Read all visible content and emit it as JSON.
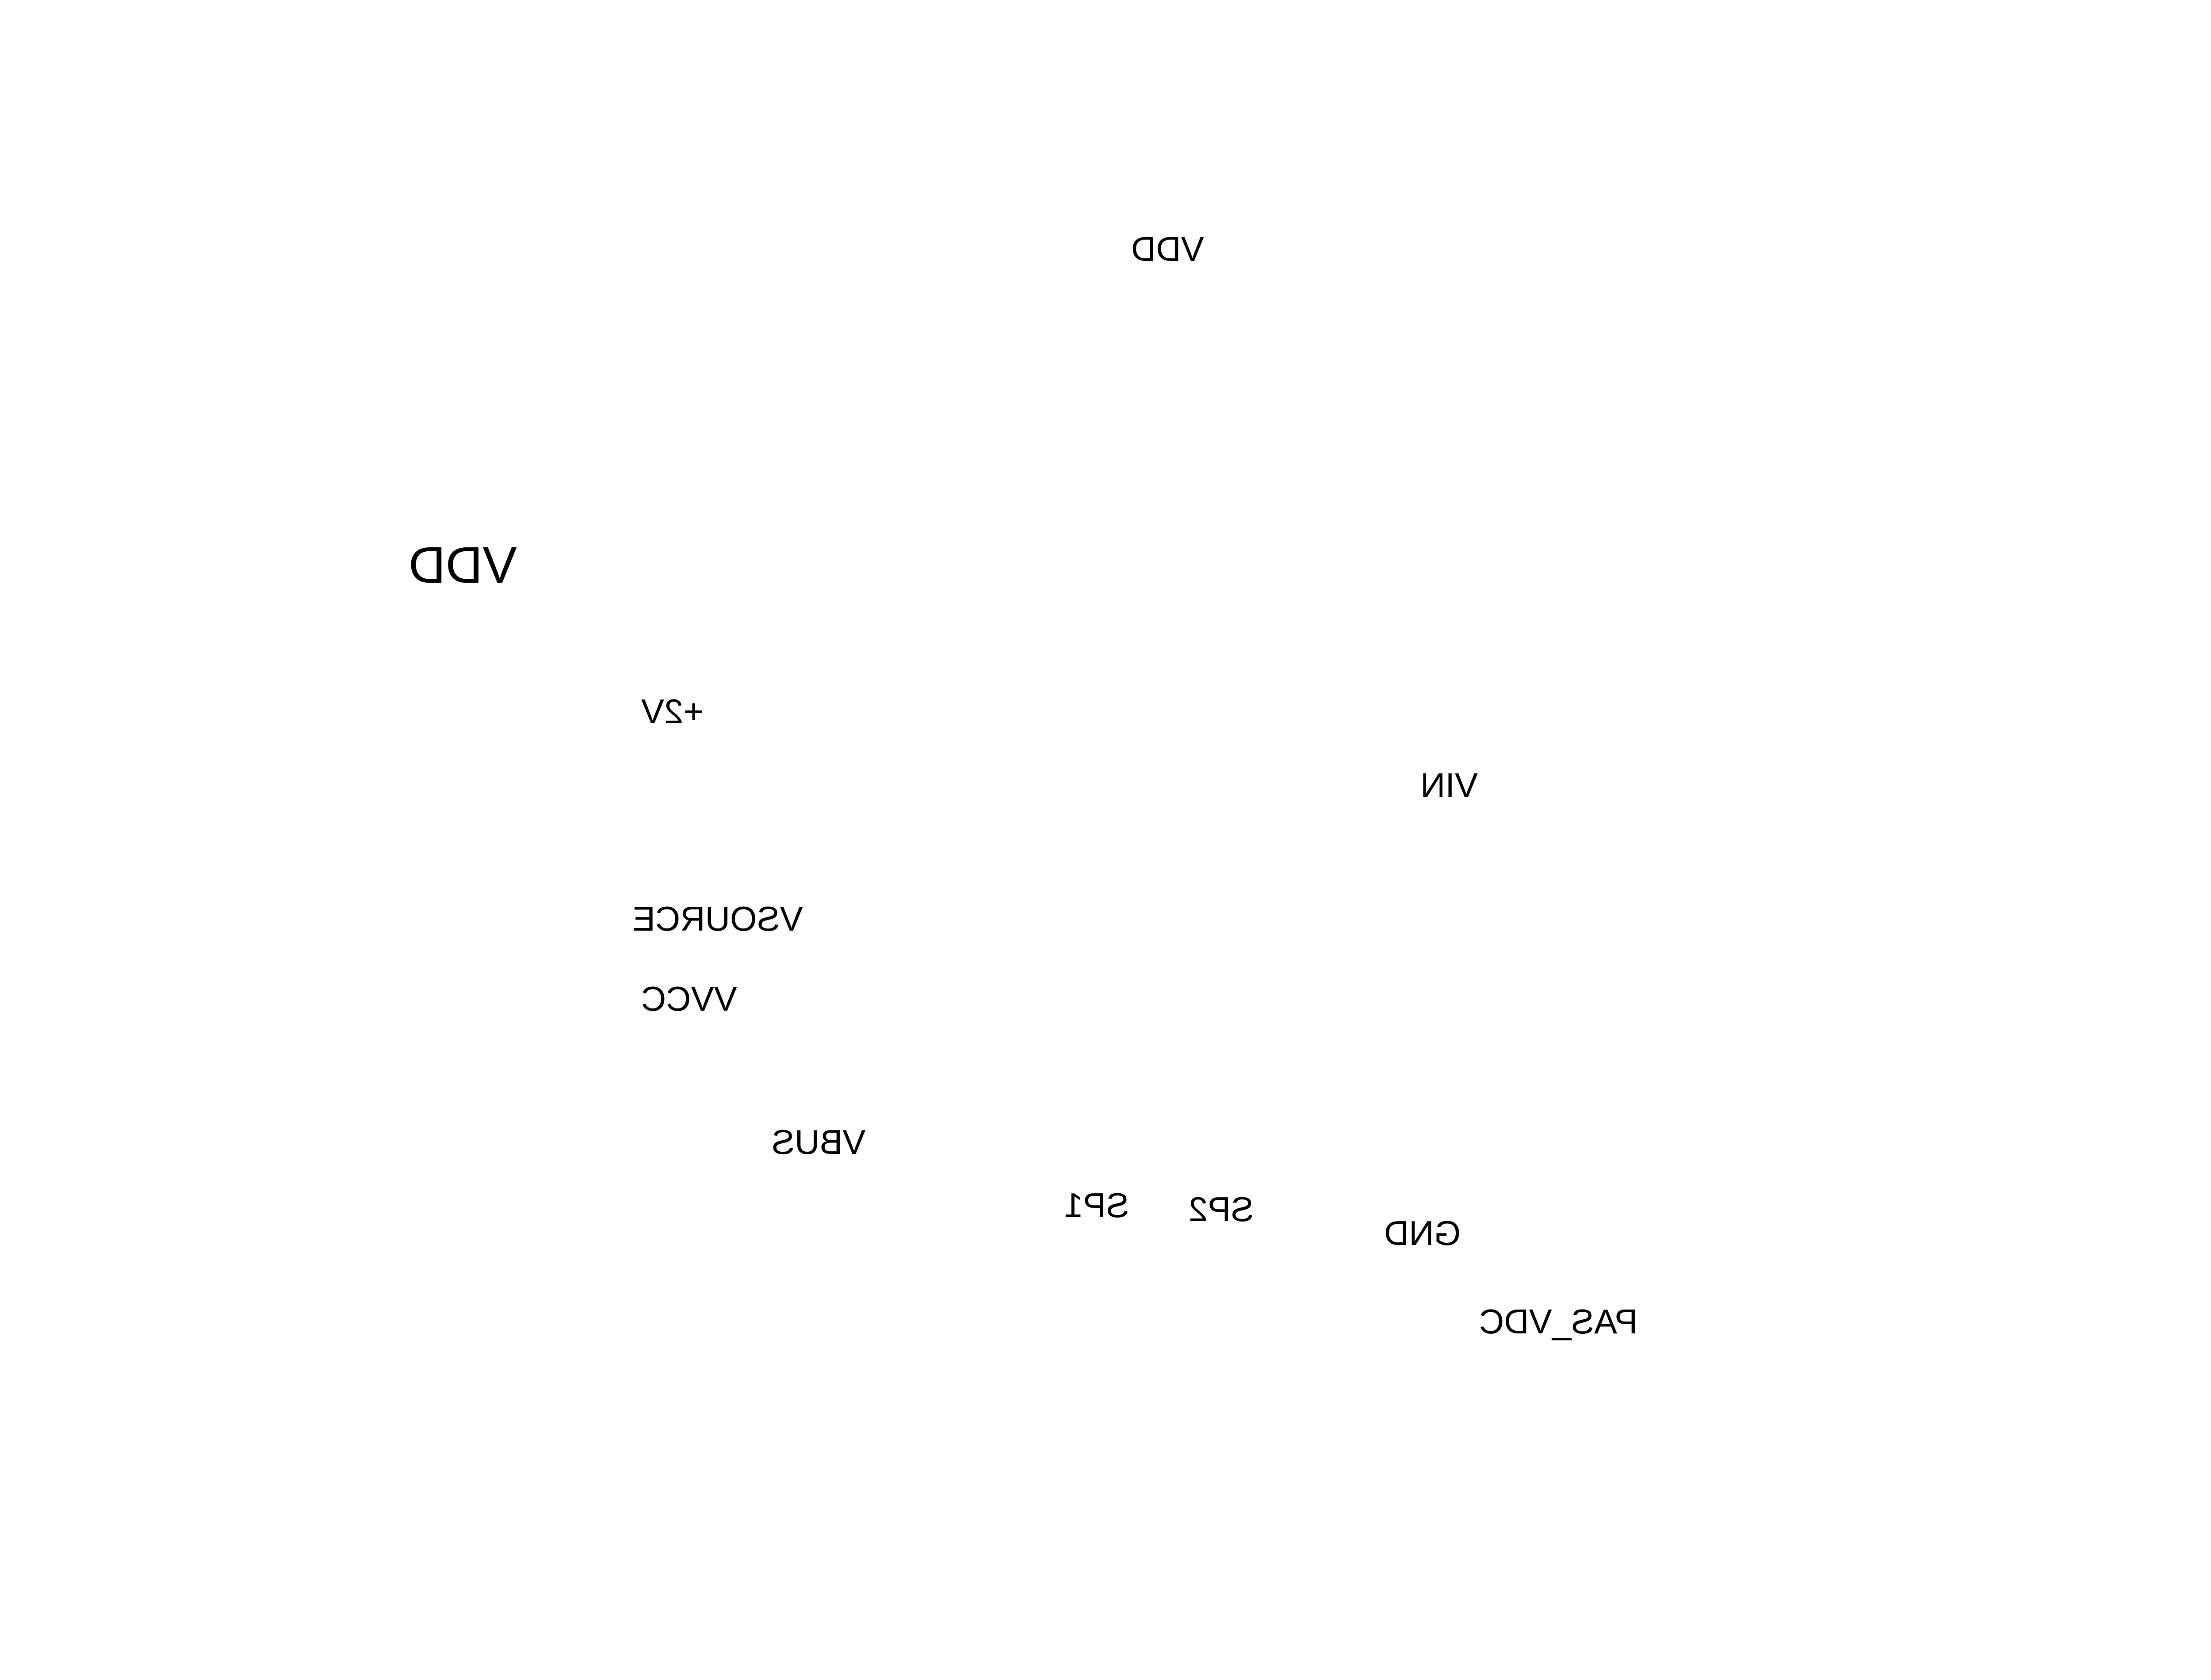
{
  "net_labels": {
    "vdd_top": "VDD",
    "vdd_main": "VDD",
    "plus_2v": "+2V",
    "vin": "VIN",
    "vsource": "VSOURCE",
    "vvcc": "VVCC",
    "vbus": "VBUS",
    "sp1": "SP1",
    "sp2": "SP2",
    "gnd": "GND",
    "pas_vdc": "PAS_VDC"
  },
  "colors": {
    "background": "#ffffff",
    "text": "#000000"
  },
  "render_note_mirrored": true
}
